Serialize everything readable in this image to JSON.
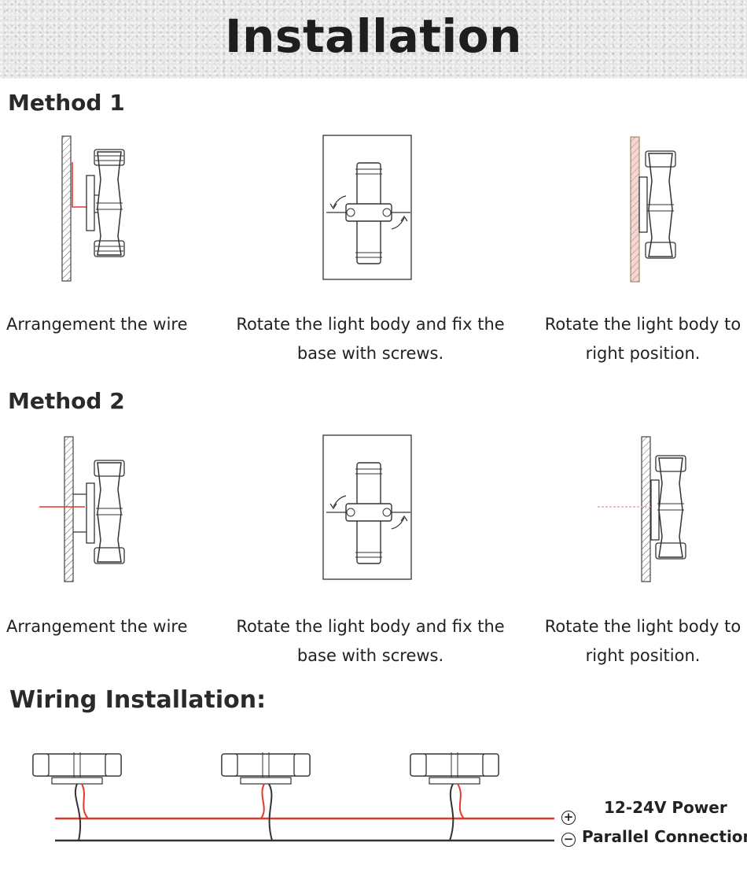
{
  "header": {
    "title": "Installation"
  },
  "methods": [
    {
      "title": "Method 1",
      "steps": [
        {
          "line1": "Arrangement the wire",
          "line2": ""
        },
        {
          "line1": "Rotate the light body and fix the",
          "line2": "base with screws."
        },
        {
          "line1": "Rotate the light body to",
          "line2": "right position."
        }
      ]
    },
    {
      "title": "Method 2",
      "steps": [
        {
          "line1": "Arrangement the wire",
          "line2": ""
        },
        {
          "line1": "Rotate the light body and fix the",
          "line2": "base with screws."
        },
        {
          "line1": "Rotate the light body to",
          "line2": "right position."
        }
      ]
    }
  ],
  "wiring": {
    "title": "Wiring Installation:",
    "positive_symbol": "+",
    "negative_symbol": "−",
    "power_label": "12-24V Power",
    "connection_label": "Parallel Connection"
  },
  "colors": {
    "wire_positive": "#e23a2a",
    "wire_negative": "#333333",
    "wall_hatch": "#555555",
    "wall_tint": "#e8a8a0"
  }
}
